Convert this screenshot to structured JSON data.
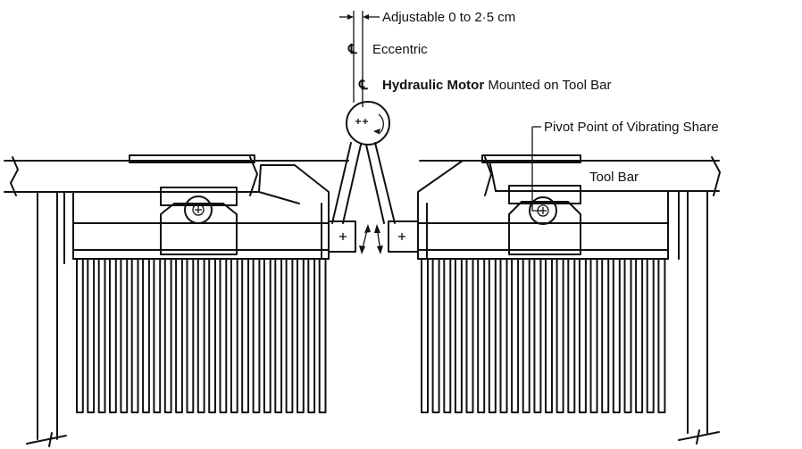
{
  "labels": {
    "adjustable": "Adjustable 0 to 2·5 cm",
    "eccentric": "Eccentric",
    "motor_bold": "Hydraulic Motor",
    "motor_rest": " Mounted on Tool Bar",
    "pivot": "Pivot Point of Vibrating Share",
    "tool_bar": "Tool Bar"
  },
  "symbols": {
    "centerline": "℄"
  },
  "colors": {
    "ink": "#111111",
    "paper": "#ffffff"
  },
  "tines": {
    "left_count": 23,
    "right_count": 22
  }
}
